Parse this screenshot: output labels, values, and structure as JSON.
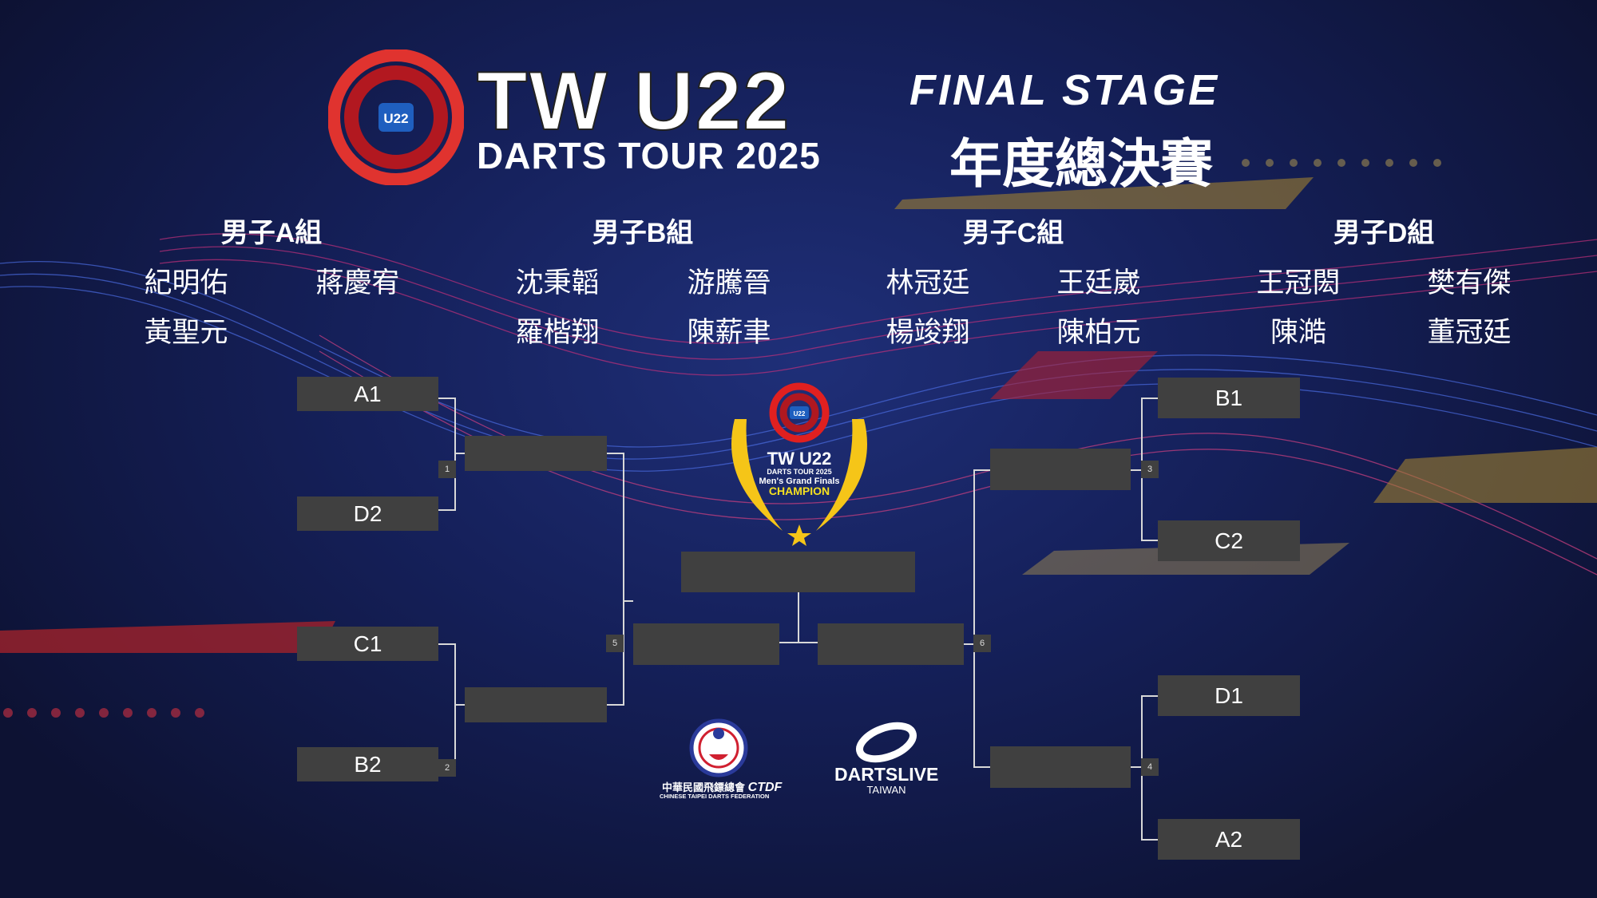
{
  "header": {
    "logo_badge": "U22",
    "title_main": "TW U22",
    "title_sub": "DARTS TOUR 2025",
    "stage_en": "FINAL STAGE",
    "stage_zh": "年度總決賽"
  },
  "groups": [
    {
      "label": "男子A組",
      "players": [
        "紀明佑",
        "蔣慶宥",
        "黃聖元"
      ]
    },
    {
      "label": "男子B組",
      "players": [
        "沈秉韜",
        "游騰晉",
        "羅楷翔",
        "陳薪聿"
      ]
    },
    {
      "label": "男子C組",
      "players": [
        "林冠廷",
        "王廷崴",
        "楊竣翔",
        "陳柏元"
      ]
    },
    {
      "label": "男子D組",
      "players": [
        "王冠閎",
        "樊有傑",
        "陳澔",
        "董冠廷"
      ]
    }
  ],
  "bracket": {
    "seeds": {
      "a1": "A1",
      "d2": "D2",
      "c1": "C1",
      "b2": "B2",
      "b1": "B1",
      "c2": "C2",
      "d1": "D1",
      "a2": "A2"
    },
    "matches": {
      "m1": "1",
      "m2": "2",
      "m3": "3",
      "m4": "4",
      "m5": "5",
      "m6": "6"
    }
  },
  "champion": {
    "badge": "U22",
    "title": "TW U22",
    "sub": "DARTS TOUR 2025",
    "event": "Men's Grand Finals",
    "label": "CHAMPION"
  },
  "sponsors": {
    "ctdf_zh": "中華民國飛鏢總會",
    "ctdf_abbr": "CTDF",
    "ctdf_en": "CHINESE TAIPEI DARTS FEDERATION",
    "dartslive": "DARTSLIVE",
    "dartslive_sub": "TAIWAN"
  },
  "colors": {
    "red": "#e0332f",
    "gold": "#f5c518",
    "box": "#404040",
    "navy": "#15205a"
  }
}
